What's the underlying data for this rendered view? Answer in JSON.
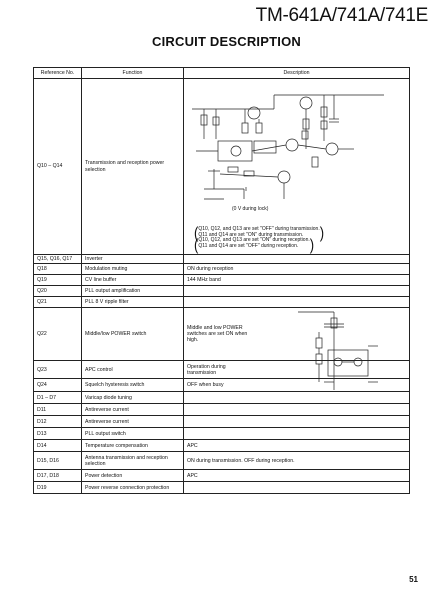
{
  "header": {
    "model": "TM-641A/741A/741E",
    "section_title": "CIRCUIT DESCRIPTION"
  },
  "table": {
    "columns": [
      "Reference No.",
      "Function",
      "Description"
    ],
    "rows": [
      {
        "ref": "Q10 – Q14",
        "function": "Transmission and reception power selection",
        "desc": ""
      },
      {
        "ref": "Q15, Q16, Q17",
        "function": "Inverter",
        "desc": ""
      },
      {
        "ref": "Q18",
        "function": "Modulation muting",
        "desc": "ON during reception"
      },
      {
        "ref": "Q19",
        "function": "CV line buffer",
        "desc": "144 MHz band"
      },
      {
        "ref": "Q20",
        "function": "PLL output amplification",
        "desc": ""
      },
      {
        "ref": "Q21",
        "function": "PLL 8 V ripple filter",
        "desc": ""
      },
      {
        "ref": "Q22",
        "function": "Middle/low POWER switch",
        "desc": "Middle and low POWER switches are set ON when high."
      },
      {
        "ref": "Q23",
        "function": "APC control",
        "desc": "Operation during transmission"
      },
      {
        "ref": "Q24",
        "function": "Squelch hysteresis switch",
        "desc": "OFF when busy"
      },
      {
        "ref": "D1 – D7",
        "function": "Varicap diode tuning",
        "desc": ""
      },
      {
        "ref": "D11",
        "function": "Antireverse current",
        "desc": ""
      },
      {
        "ref": "D12",
        "function": "Antireverse current",
        "desc": ""
      },
      {
        "ref": "D13",
        "function": "PLL output switch",
        "desc": ""
      },
      {
        "ref": "D14",
        "function": "Temperature compensation",
        "desc": "APC"
      },
      {
        "ref": "D15, D16",
        "function": "Antenna transmission and reception selection",
        "desc": "ON during transmission.  OFF during reception."
      },
      {
        "ref": "D17, D18",
        "function": "Power detection",
        "desc": "APC"
      },
      {
        "ref": "D19",
        "function": "Power reverse connection protection",
        "desc": ""
      }
    ]
  },
  "diagram1": {
    "caption": "(0 V during lock)",
    "note1_line1": "Q10, Q12, and Q13 are set \"OFF\" during transmission.",
    "note1_line2": "Q11 and Q14 are set \"ON\" during transmission.",
    "note2_line1": "Q10, Q12, and Q13 are set \"ON\" during reception.",
    "note2_line2": "Q11 and Q14 are set \"OFF\" during reception."
  },
  "page_number": "51"
}
